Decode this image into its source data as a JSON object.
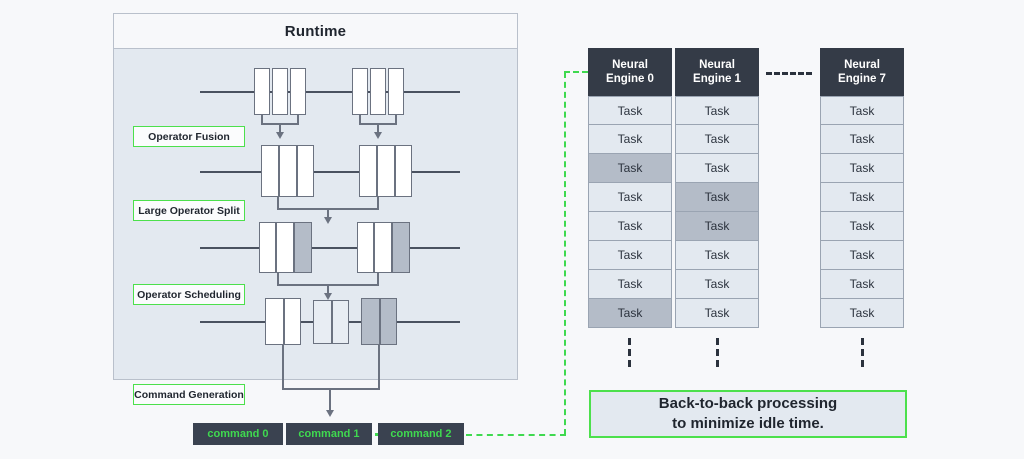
{
  "runtime": {
    "title": "Runtime",
    "stages": [
      {
        "label": "Operator Fusion"
      },
      {
        "label": "Large Operator Split"
      },
      {
        "label": "Operator Scheduling"
      },
      {
        "label": "Command Generation"
      }
    ]
  },
  "commands": [
    {
      "label": "command 0"
    },
    {
      "label": "command 1"
    },
    {
      "label": "command 2"
    }
  ],
  "engines": [
    {
      "name_line1": "Neural",
      "name_line2": "Engine 0",
      "tasks": [
        {
          "label": "Task",
          "busy": false
        },
        {
          "label": "Task",
          "busy": false
        },
        {
          "label": "Task",
          "busy": true
        },
        {
          "label": "Task",
          "busy": false
        },
        {
          "label": "Task",
          "busy": false
        },
        {
          "label": "Task",
          "busy": false
        },
        {
          "label": "Task",
          "busy": false
        },
        {
          "label": "Task",
          "busy": true
        }
      ]
    },
    {
      "name_line1": "Neural",
      "name_line2": "Engine 1",
      "tasks": [
        {
          "label": "Task",
          "busy": false
        },
        {
          "label": "Task",
          "busy": false
        },
        {
          "label": "Task",
          "busy": false
        },
        {
          "label": "Task",
          "busy": true
        },
        {
          "label": "Task",
          "busy": true
        },
        {
          "label": "Task",
          "busy": false
        },
        {
          "label": "Task",
          "busy": false
        },
        {
          "label": "Task",
          "busy": false
        }
      ]
    },
    {
      "name_line1": "Neural",
      "name_line2": "Engine 7",
      "tasks": [
        {
          "label": "Task",
          "busy": false
        },
        {
          "label": "Task",
          "busy": false
        },
        {
          "label": "Task",
          "busy": false
        },
        {
          "label": "Task",
          "busy": false
        },
        {
          "label": "Task",
          "busy": false
        },
        {
          "label": "Task",
          "busy": false
        },
        {
          "label": "Task",
          "busy": false
        },
        {
          "label": "Task",
          "busy": false
        }
      ]
    }
  ],
  "note": {
    "line1": "Back-to-back processing",
    "line2": "to minimize idle time."
  },
  "colors": {
    "accent_green": "#4ce04c",
    "command_green": "#3fd94f",
    "dark_header": "#343b47",
    "command_bg": "#3a4250",
    "panel_bg": "#e3e9f0",
    "busy_cell": "#b4bcc8",
    "stroke": "#6b7280"
  }
}
